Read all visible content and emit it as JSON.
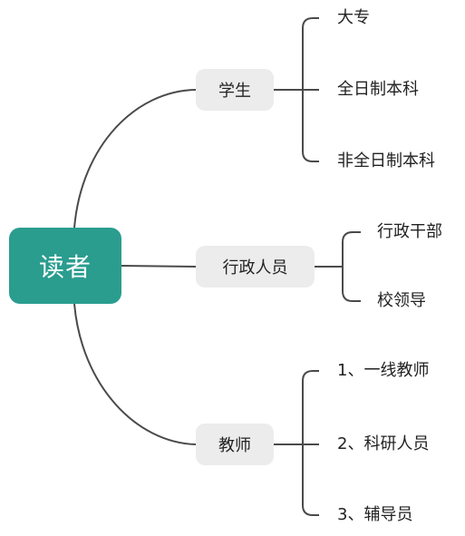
{
  "root": {
    "label": "读者"
  },
  "branches": [
    {
      "label": "学生",
      "children": [
        "大专",
        "全日制本科",
        "非全日制本科"
      ]
    },
    {
      "label": "行政人员",
      "children": [
        "行政干部",
        "校领导"
      ]
    },
    {
      "label": "教师",
      "children": [
        "1、一线教师",
        "2、科研人员",
        "3、辅导员"
      ]
    }
  ],
  "colors": {
    "root_fill": "#2a9d8f",
    "node_fill": "#ececec",
    "line": "#4a4a4a",
    "text": "#222222"
  }
}
